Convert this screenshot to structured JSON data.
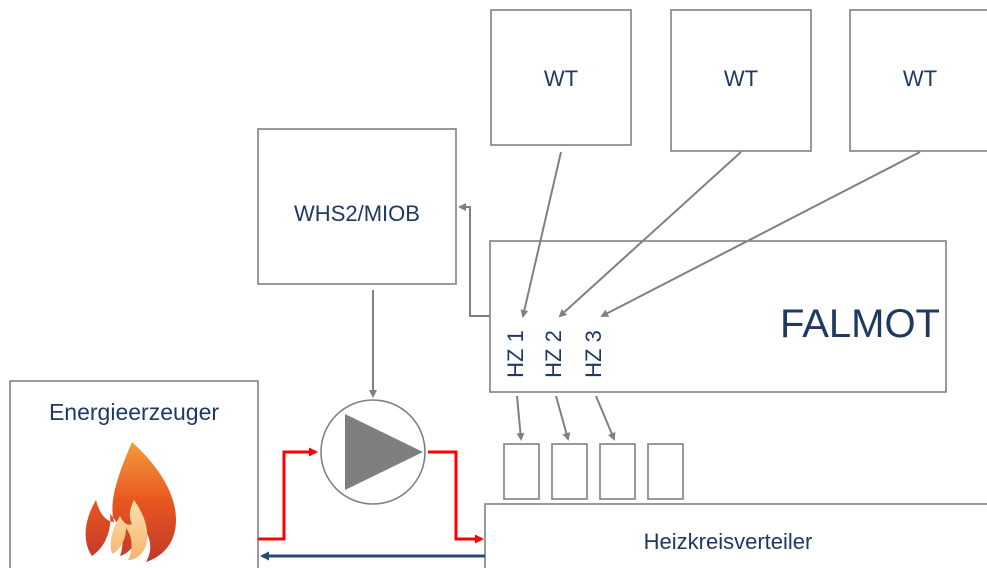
{
  "diagram": {
    "wt_labels": [
      "WT",
      "WT",
      "WT"
    ],
    "controller_label": "WHS2/MIOB",
    "falmot_label": "FALMOT",
    "zones": [
      "HZ 1",
      "HZ 2",
      "HZ 3"
    ],
    "energy_label": "Energieerzeuger",
    "distributor_label": "Heizkreisverteiler",
    "colors": {
      "text": "#1f3864",
      "lines": "#808080",
      "flow": "#ff0000",
      "return": "#1f4e79",
      "pump": "#7f7f7f"
    },
    "icons": [
      "flame-icon",
      "pump-icon"
    ]
  }
}
